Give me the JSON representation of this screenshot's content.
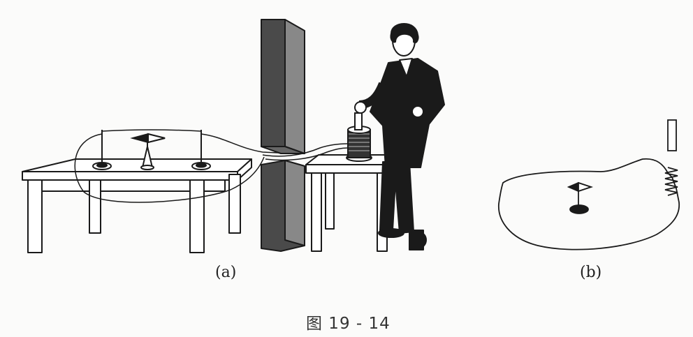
{
  "labels": {
    "panel_a": "(a)",
    "panel_b": "(b)"
  },
  "caption": "图 19 - 14",
  "colors": {
    "ink": "#1a1a1a",
    "screen": "#4a4a4a",
    "screen_side": "#888888",
    "paper": "#fbfbfa"
  }
}
